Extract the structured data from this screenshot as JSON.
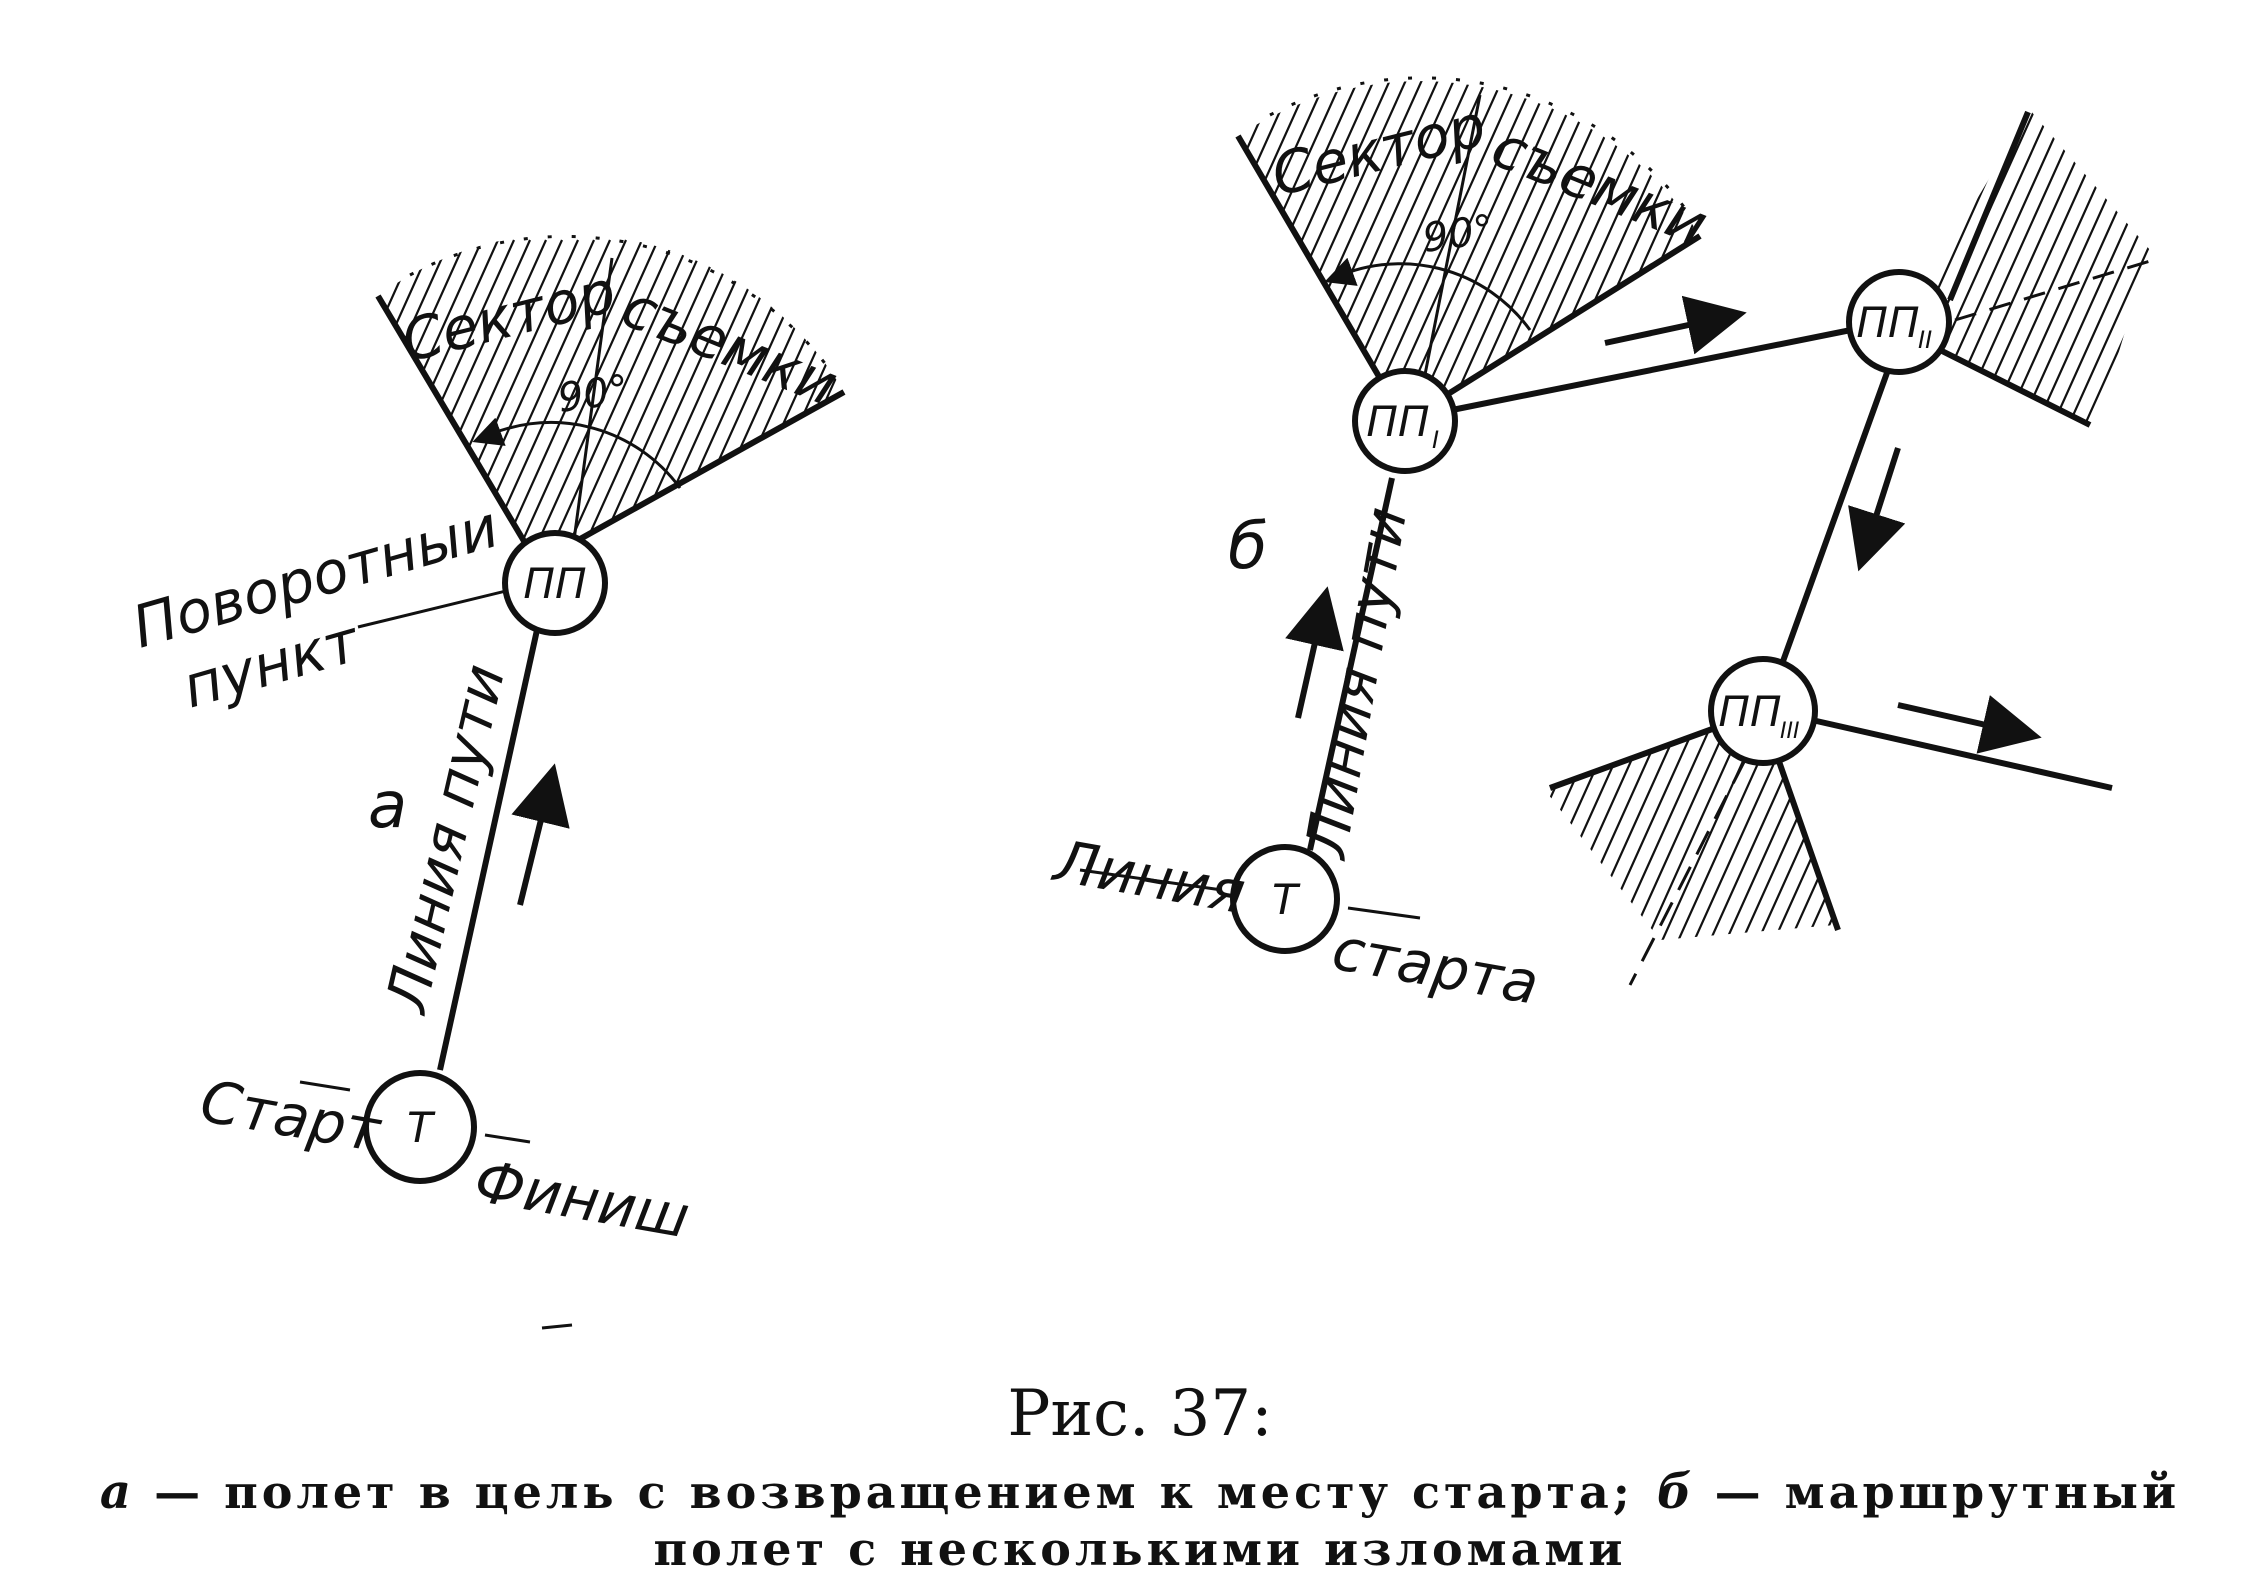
{
  "panel_a": {
    "letter": "а",
    "sector_word1": "Сектор",
    "sector_word2": "съемки",
    "angle": "90°",
    "turn_point_label_line1": "Поворотныи",
    "turn_point_label_line2": "пункт",
    "turn_point": "ПП",
    "track": "Линия пути",
    "target": "Т",
    "start": "Старт",
    "finish": "Финиш"
  },
  "panel_b": {
    "letter": "б",
    "sector_word1": "Сектор",
    "sector_word2": "съемки",
    "angle": "90°",
    "pp1": "ПП",
    "pp1_sub": "I",
    "pp2": "ПП",
    "pp2_sub": "II",
    "pp3": "ПП",
    "pp3_sub": "III",
    "track": "Линия пути",
    "target": "Т",
    "start_line_word1": "Линия",
    "start_line_word2": "старта"
  },
  "caption": {
    "title": "Рис. 37:",
    "line1_letter_a": "а",
    "line1_text_a": "— полет в цель с возвращением к месту старта;",
    "line1_letter_b": "б",
    "line1_text_b": "— маршрутный",
    "line2": "полет с несколькими изломами"
  }
}
